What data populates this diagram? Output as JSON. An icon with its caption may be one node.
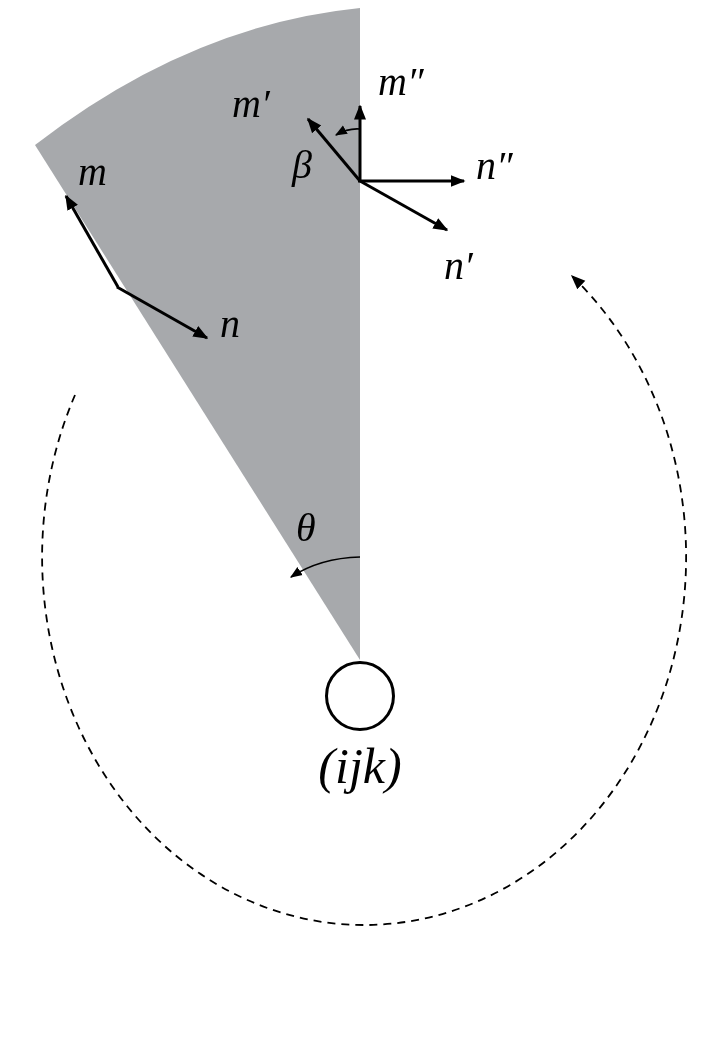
{
  "diagram": {
    "nodes": [
      {
        "text": [
          "(ijk)"
        ]
      }
    ],
    "labels": [
      "m″",
      "m′",
      "β",
      "n″",
      "n′",
      "m",
      "n",
      "θ"
    ]
  }
}
